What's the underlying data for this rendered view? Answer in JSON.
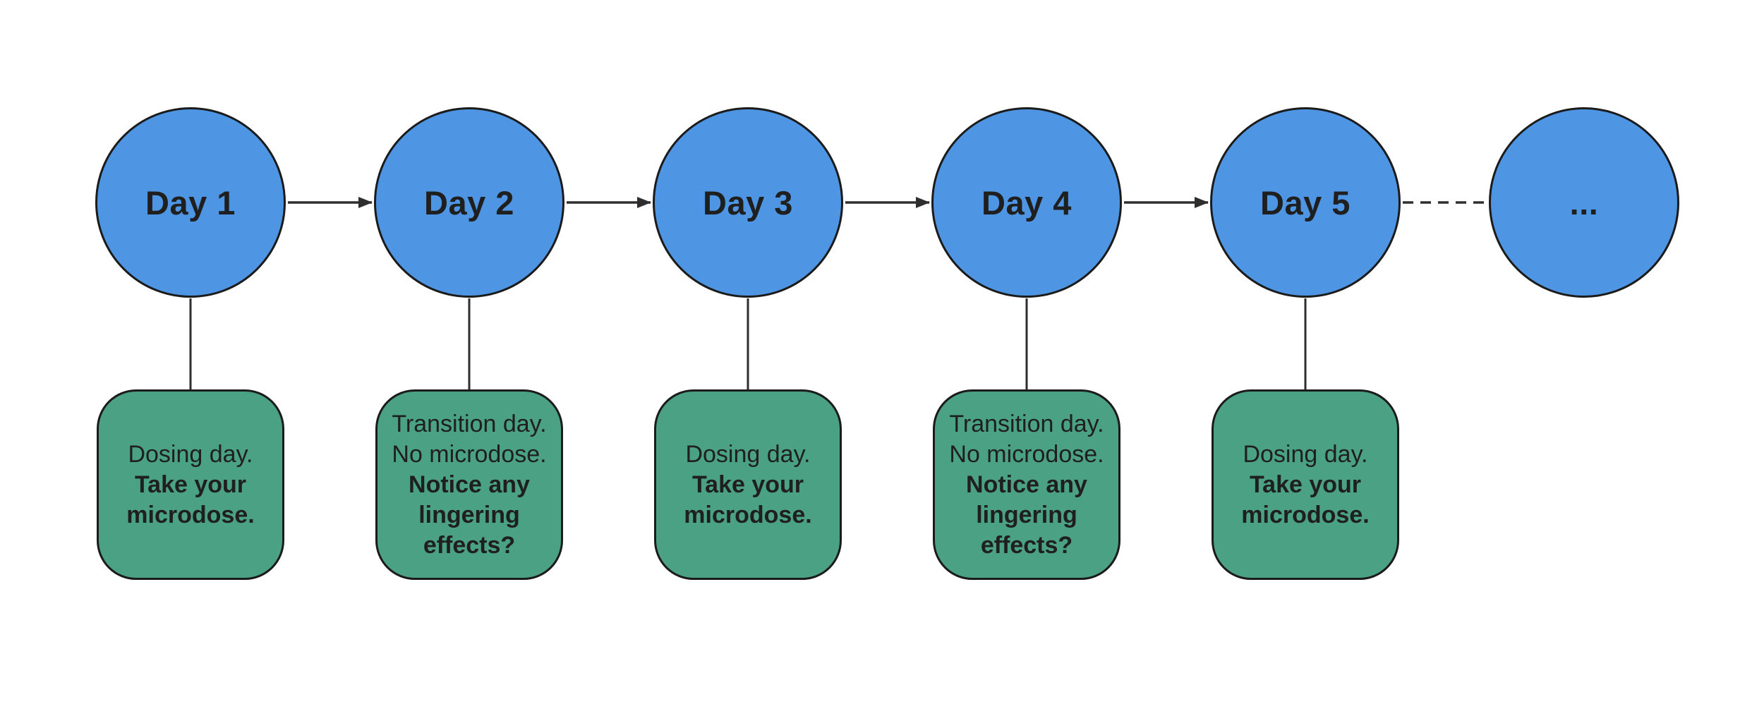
{
  "colors": {
    "day_circle_fill": "#4e96e3",
    "note_box_fill": "#4aa184",
    "shape_border": "#1b1b1b",
    "connector_line": "#2e2e2e",
    "text": "#1f1f1f"
  },
  "nodes": [
    {
      "label": "Day 1",
      "note": {
        "normal_lines": [
          "Dosing day."
        ],
        "bold_lines": [
          "Take your",
          "microdose."
        ]
      }
    },
    {
      "label": "Day 2",
      "note": {
        "normal_lines": [
          "Transition day.",
          "No microdose."
        ],
        "bold_lines": [
          "Notice any",
          "lingering",
          "effects?"
        ]
      }
    },
    {
      "label": "Day 3",
      "note": {
        "normal_lines": [
          "Dosing day."
        ],
        "bold_lines": [
          "Take your",
          "microdose."
        ]
      }
    },
    {
      "label": "Day 4",
      "note": {
        "normal_lines": [
          "Transition day.",
          "No microdose."
        ],
        "bold_lines": [
          "Notice any",
          "lingering",
          "effects?"
        ]
      }
    },
    {
      "label": "Day 5",
      "note": {
        "normal_lines": [
          "Dosing day."
        ],
        "bold_lines": [
          "Take your",
          "microdose."
        ]
      }
    },
    {
      "label": "..."
    }
  ]
}
